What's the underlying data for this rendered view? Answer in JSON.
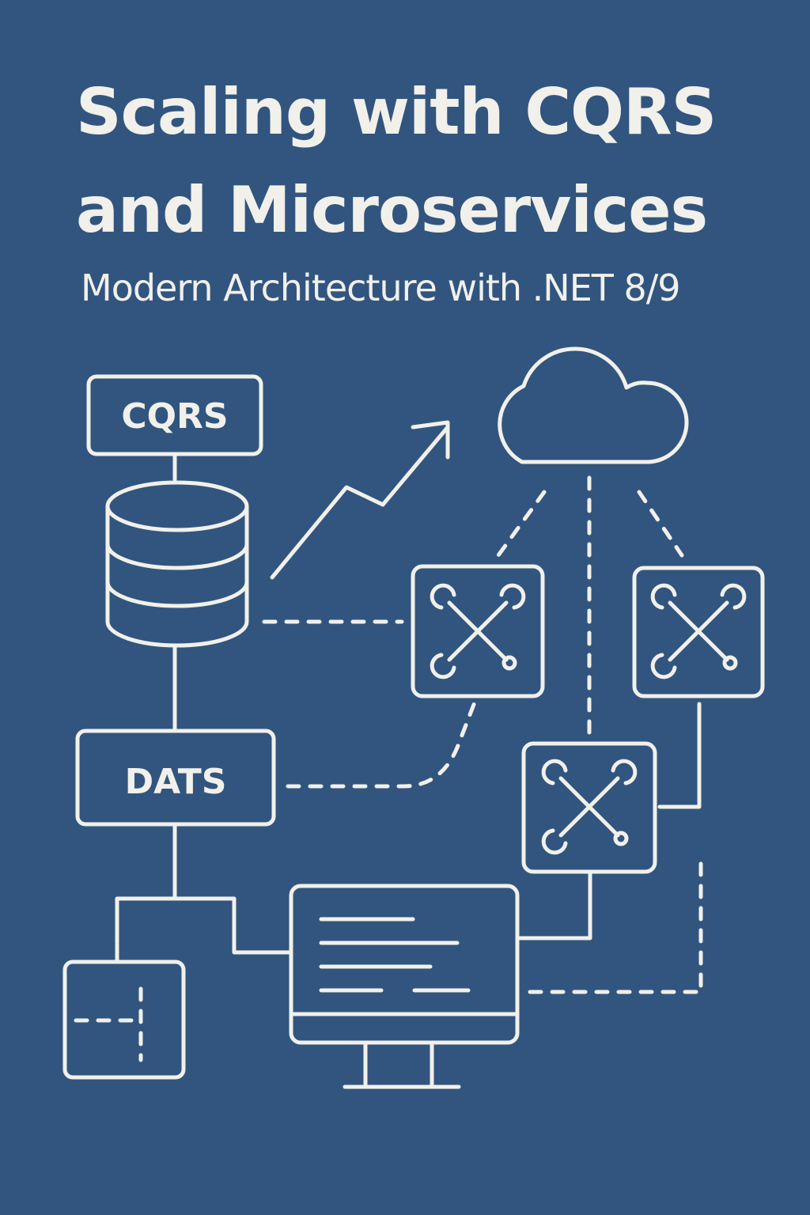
{
  "cover": {
    "title_line1": "Scaling with CQRS",
    "title_line2": "and Microservices",
    "subtitle": "Modern Architecture with .NET 8/9"
  },
  "diagram": {
    "cqrs_label": "CQRS",
    "data_label": "DATS"
  },
  "colors": {
    "background": "#31557f",
    "foreground": "#f1f0ea"
  }
}
